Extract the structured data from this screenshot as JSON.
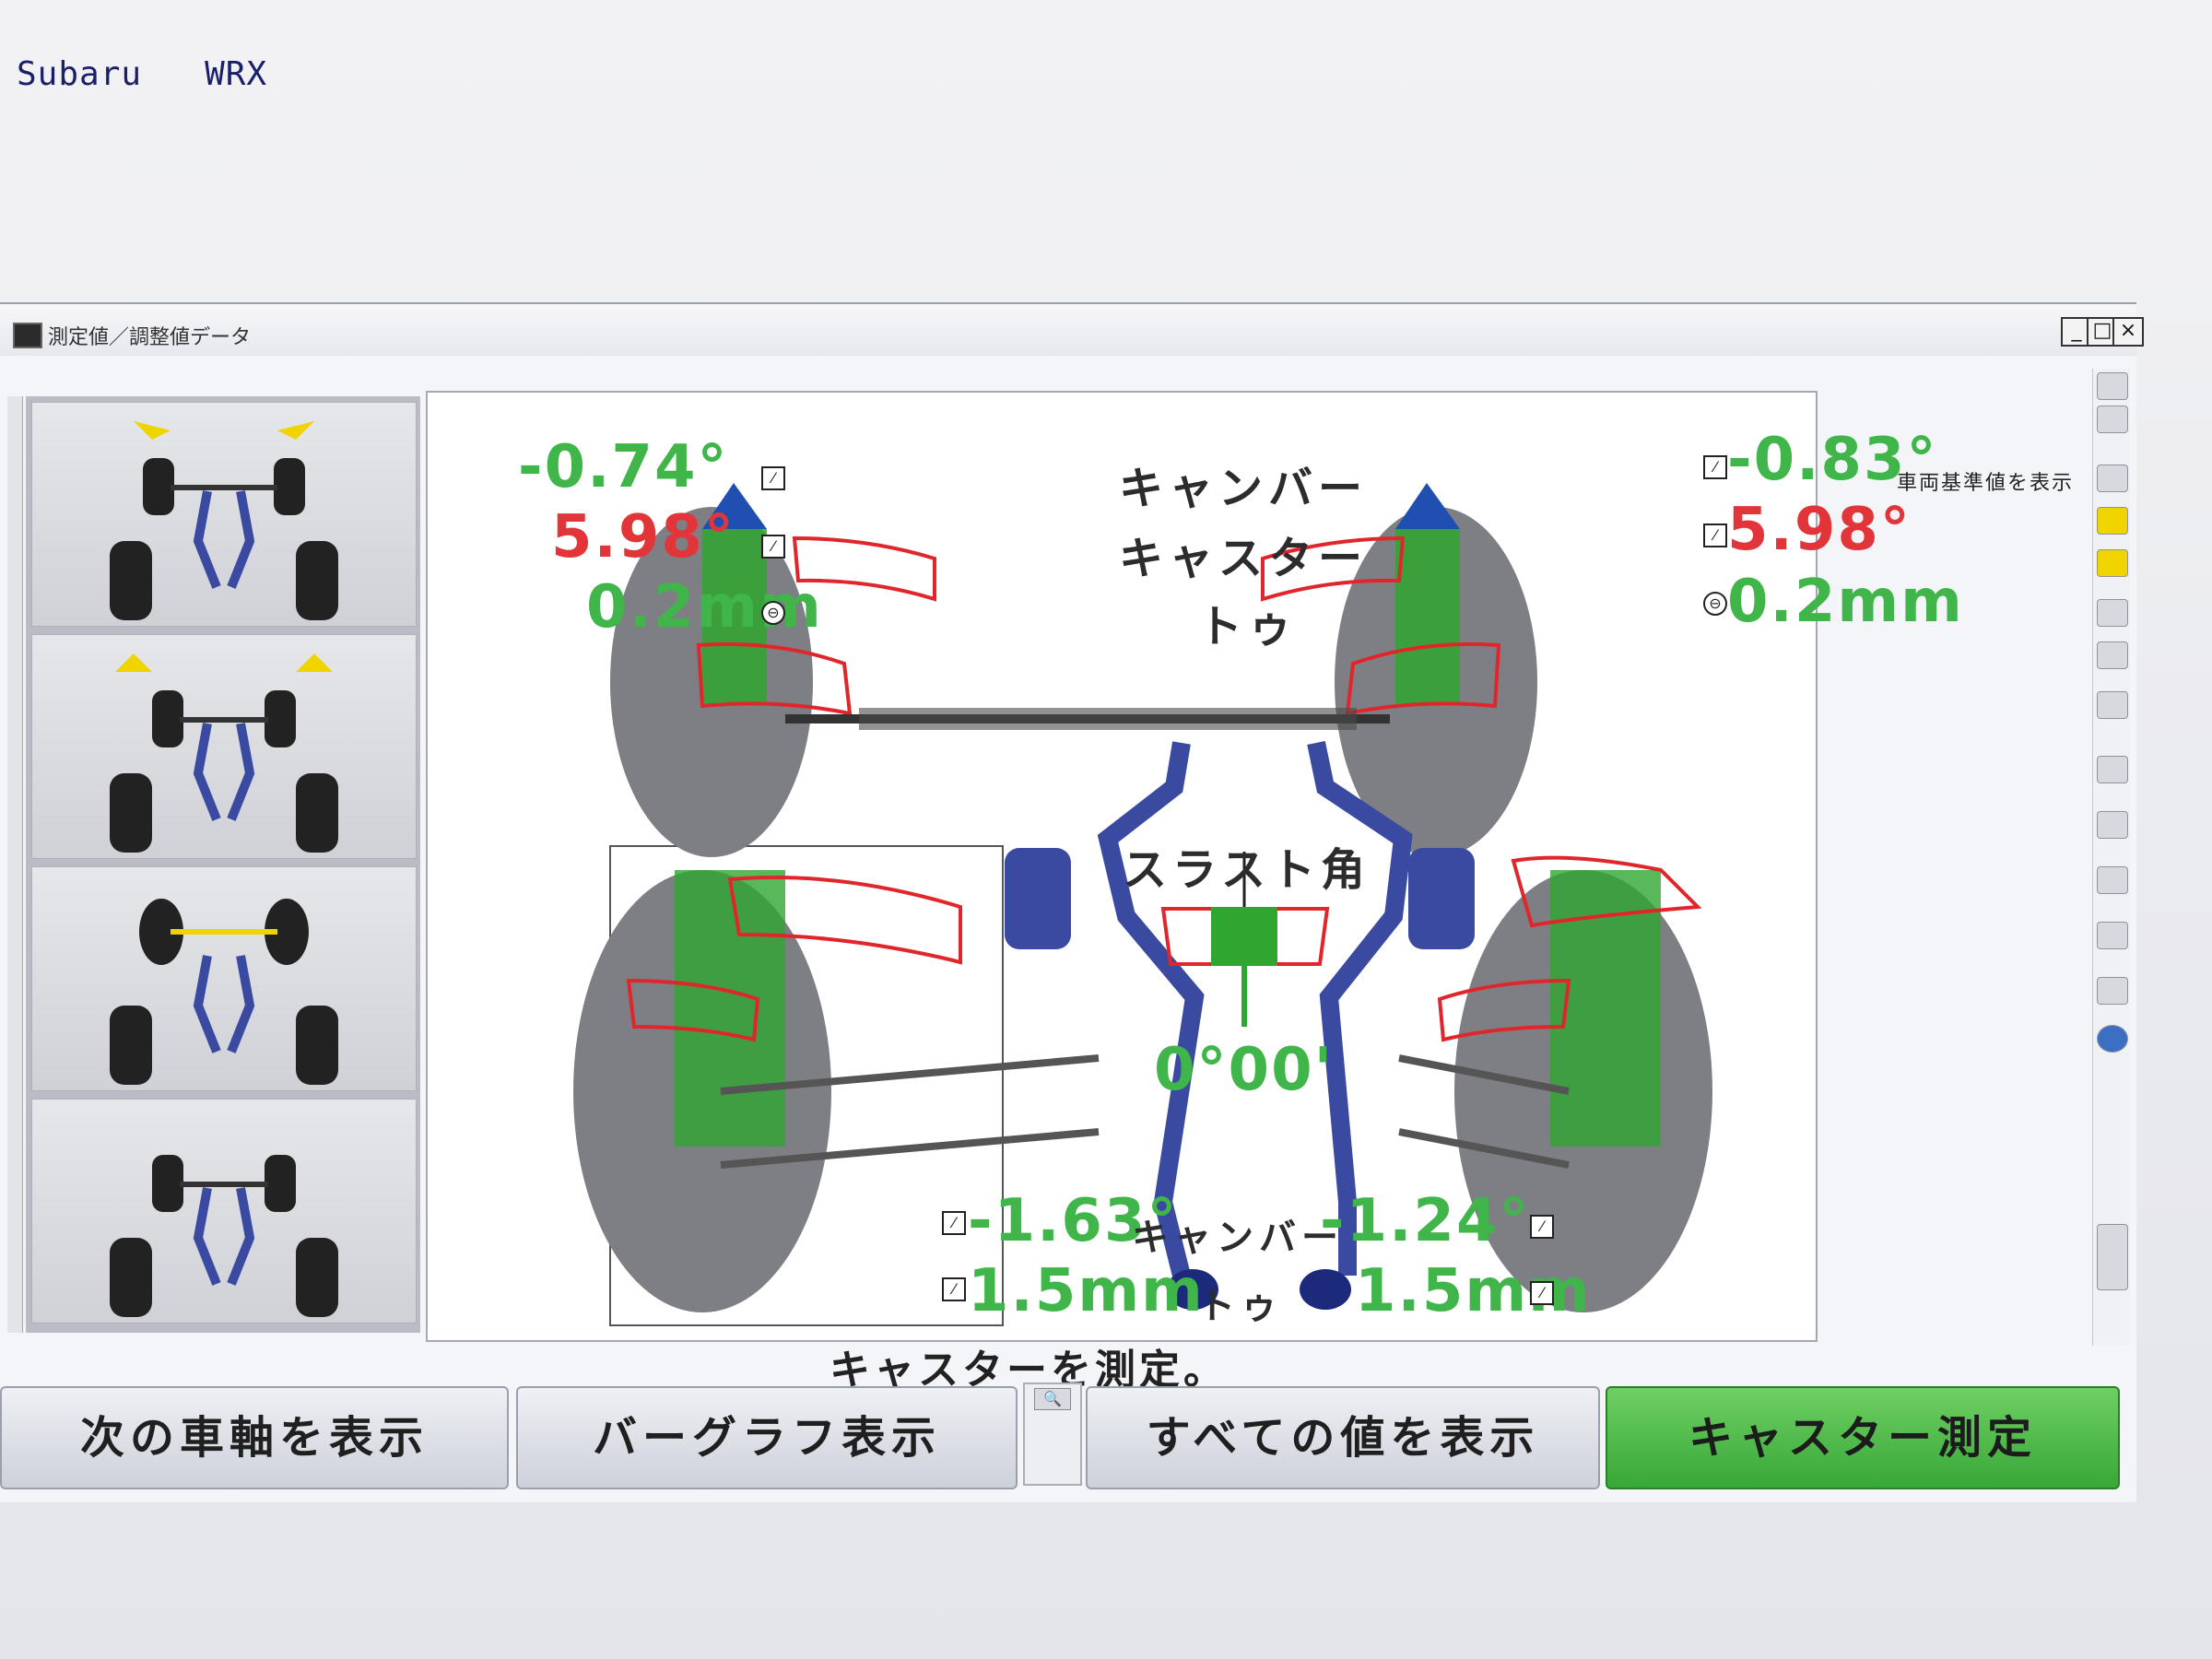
{
  "window": {
    "title": "測定値／調整値データ",
    "controls": {
      "minimize": "_",
      "maximize": "□",
      "close": "×"
    }
  },
  "vehicle": {
    "make": "Subaru",
    "model": "WRX"
  },
  "front": {
    "left": {
      "camber": "-0.74°",
      "caster": "5.98°",
      "toe": "0.2mm"
    },
    "right": {
      "camber": "-0.83°",
      "caster": "5.98°",
      "toe": "0.2mm"
    },
    "labels": {
      "camber": "キャンバー",
      "caster": "キャスター",
      "toe": "トゥ"
    }
  },
  "rear": {
    "left": {
      "camber": "-1.63°",
      "toe": "1.5mm"
    },
    "right": {
      "camber": "-1.24°",
      "toe": "1.5mm"
    },
    "labels": {
      "camber": "キャンバー",
      "toe": "トゥ"
    }
  },
  "thrust": {
    "label": "スラスト角",
    "value": "0°00'"
  },
  "tooltip": "車両基準値を表示",
  "status_message": "キャスターを測定。",
  "buttons": {
    "next_axle": "次の車軸を表示",
    "bar_graph": "バーグラフ表示",
    "show_all": "すべての値を表示",
    "caster_measure": "キャスター測定"
  },
  "colors": {
    "value_green": "#3fb54a",
    "value_red": "#e2353a",
    "wheel_indicator_red": "#e0262b",
    "suspension_green": "#2fa62f",
    "exhaust_blue": "#3a4aa0",
    "primary_button": "#38a838"
  },
  "icons": [
    "edit-icon",
    "reset-icon",
    "magnifier-icon",
    "globe-icon"
  ]
}
